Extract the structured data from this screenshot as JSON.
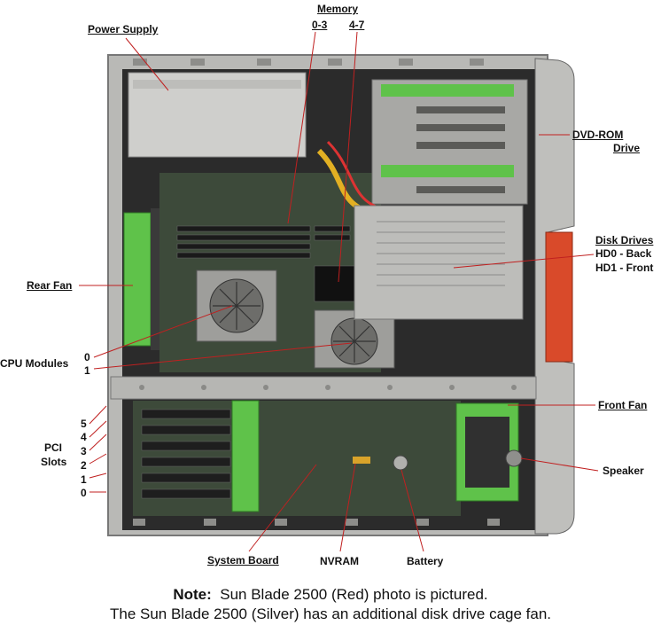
{
  "labels": {
    "power_supply": "Power Supply",
    "memory": "Memory",
    "memory_bank_a": "0-3",
    "memory_bank_b": "4-7",
    "dvd_rom_line1": "DVD-ROM",
    "dvd_rom_line2": "Drive",
    "disk_drives": "Disk Drives",
    "hd0": "HD0 - Back",
    "hd1": "HD1 - Front",
    "rear_fan": "Rear Fan",
    "cpu_modules": "CPU Modules",
    "cpu_0": "0",
    "cpu_1": "1",
    "front_fan": "Front Fan",
    "speaker": "Speaker",
    "pci_line1": "PCI",
    "pci_line2": "Slots",
    "pci_slots": [
      "5",
      "4",
      "3",
      "2",
      "1",
      "0"
    ],
    "system_board": "System Board",
    "nvram": "NVRAM",
    "battery": "Battery"
  },
  "note": {
    "heading": "Note:",
    "line1": "Sun Blade 2500 (Red) photo is pictured.",
    "line2": "The Sun Blade 2500 (Silver) has an additional disk drive cage fan."
  },
  "colors": {
    "chassis": "#b9b9b6",
    "interior": "#2b2b2b",
    "green": "#5fc24a",
    "red": "#d94a2a",
    "board": "#3d4a3a"
  }
}
